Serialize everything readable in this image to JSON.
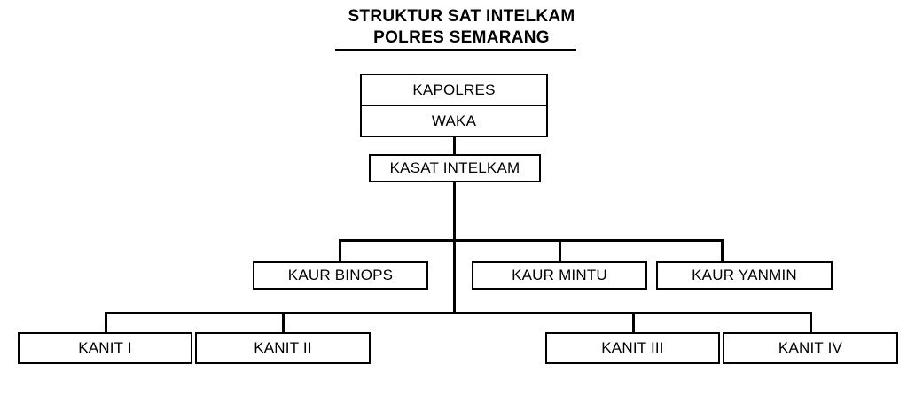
{
  "diagram": {
    "title": {
      "line1": "STRUKTUR SAT INTELKAM",
      "line2": "POLRES SEMARANG"
    },
    "colors": {
      "background": "#ffffff",
      "line": "#000000",
      "text": "#000000"
    },
    "nodes": {
      "kapolres": "KAPOLRES",
      "waka": "WAKA",
      "kasat_intelkam": "KASAT INTELKAM",
      "kaur_binops": "KAUR BINOPS",
      "kaur_mintu": "KAUR MINTU",
      "kaur_yanmin": "KAUR YANMIN",
      "kanit_1": "KANIT I",
      "kanit_2": "KANIT II",
      "kanit_3": "KANIT III",
      "kanit_4": "KANIT IV"
    }
  }
}
